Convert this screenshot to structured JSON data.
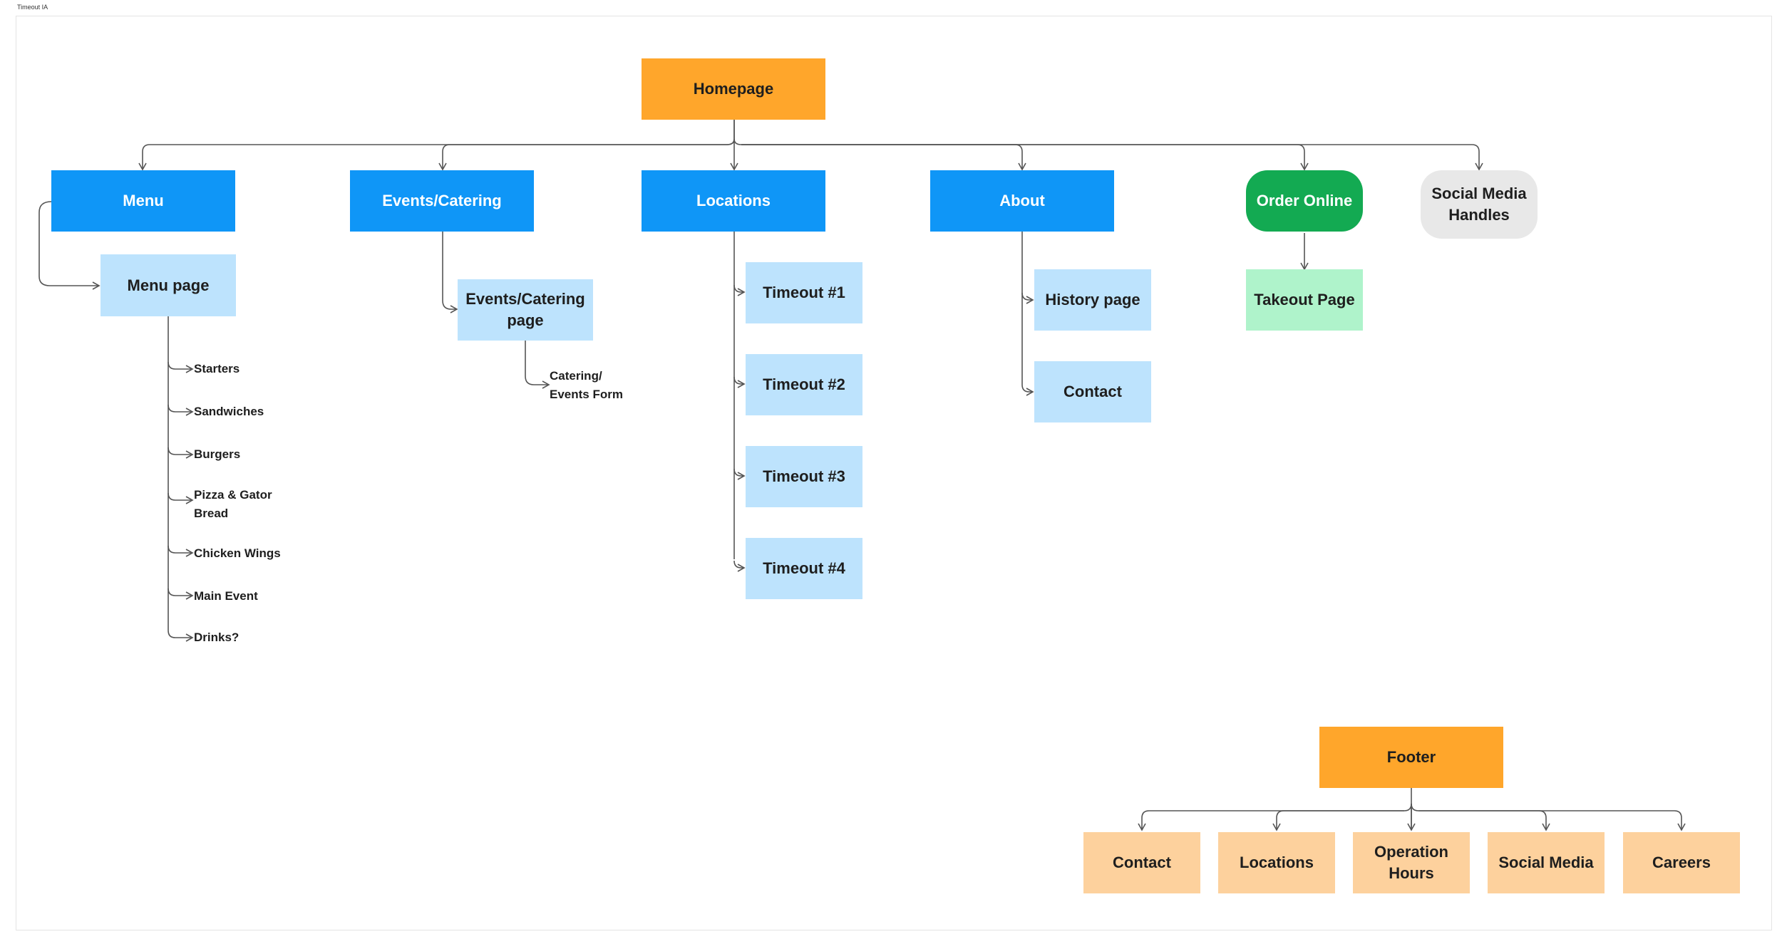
{
  "frame": {
    "label": "Timeout IA"
  },
  "homepage": "Homepage",
  "nav": {
    "menu": "Menu",
    "events": "Events/Catering",
    "locations": "Locations",
    "about": "About",
    "order": "Order Online",
    "social": "Social Media Handles"
  },
  "menu_page": "Menu page",
  "menu_items": [
    "Starters",
    "Sandwiches",
    "Burgers",
    "Pizza & Gator Bread",
    "Chicken Wings",
    "Main Event",
    "Drinks?"
  ],
  "events_page": "Events/Catering page",
  "events_form": "Catering/ Events Form",
  "location_pages": [
    "Timeout #1",
    "Timeout #2",
    "Timeout #3",
    "Timeout #4"
  ],
  "about_pages": [
    "History page",
    "Contact"
  ],
  "takeout_page": "Takeout Page",
  "footer": {
    "title": "Footer",
    "items": [
      "Contact",
      "Locations",
      "Operation Hours",
      "Social Media",
      "Careers"
    ]
  },
  "colors": {
    "root": "#ffa62b",
    "primary": "#0f96f7",
    "sub": "#bde3fd",
    "order": "#13aa52",
    "takeout": "#aff3cb",
    "social": "#e8e8e8",
    "footer_item": "#fdd19d",
    "connector": "#555555"
  }
}
